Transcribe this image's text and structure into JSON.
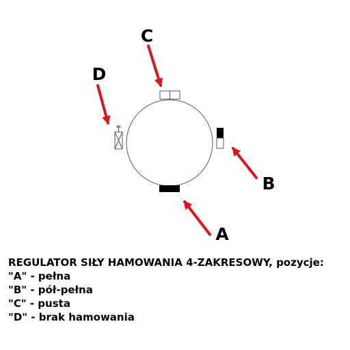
{
  "callouts": {
    "a": "A",
    "b": "B",
    "c": "C",
    "d": "D"
  },
  "caption": {
    "title": "REGULATOR SIŁY HAMOWANIA 4-ZAKRESOWY, pozycje:",
    "lines": [
      "\"A\" - pełna",
      "\"B\" - pół-pełna",
      "\"C\" - pusta",
      "\"D\" - brak hamowania"
    ]
  },
  "colors": {
    "arrow": "#e0141e",
    "marker_fill": "#000000",
    "outline": "#555555"
  }
}
